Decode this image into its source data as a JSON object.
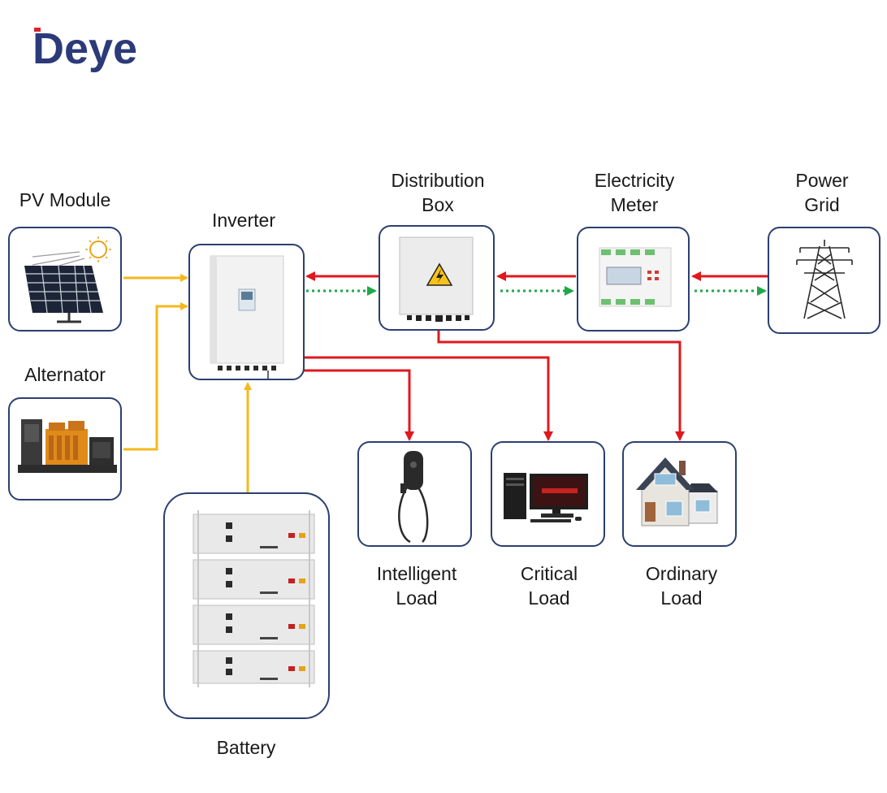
{
  "brand": {
    "logo_text": "Deye",
    "logo_color": "#2b3a78",
    "logo_accent": "#d6262b"
  },
  "nodes": {
    "pv_module": {
      "label": "PV Module"
    },
    "alternator": {
      "label": "Alternator"
    },
    "inverter": {
      "label": "Inverter"
    },
    "battery": {
      "label": "Battery"
    },
    "distribution_box": {
      "label_line1": "Distribution",
      "label_line2": "Box"
    },
    "electricity_meter": {
      "label_line1": "Electricity",
      "label_line2": "Meter"
    },
    "power_grid": {
      "label_line1": "Power",
      "label_line2": "Grid"
    },
    "intelligent_load": {
      "label_line1": "Intelligent",
      "label_line2": "Load"
    },
    "critical_load": {
      "label_line1": "Critical",
      "label_line2": "Load"
    },
    "ordinary_load": {
      "label_line1": "Ordinary",
      "label_line2": "Load"
    }
  },
  "colors": {
    "box_border": "#2b3f70",
    "dc_flow": "#f5b81c",
    "ac_flow": "#e0181e",
    "export_flow": "#1fa84a"
  },
  "icons": [
    "solar-panel-icon",
    "generator-icon",
    "inverter-icon",
    "battery-stack-icon",
    "distribution-box-icon",
    "meter-icon",
    "pylon-icon",
    "ev-charger-icon",
    "computer-icon",
    "house-icon"
  ]
}
